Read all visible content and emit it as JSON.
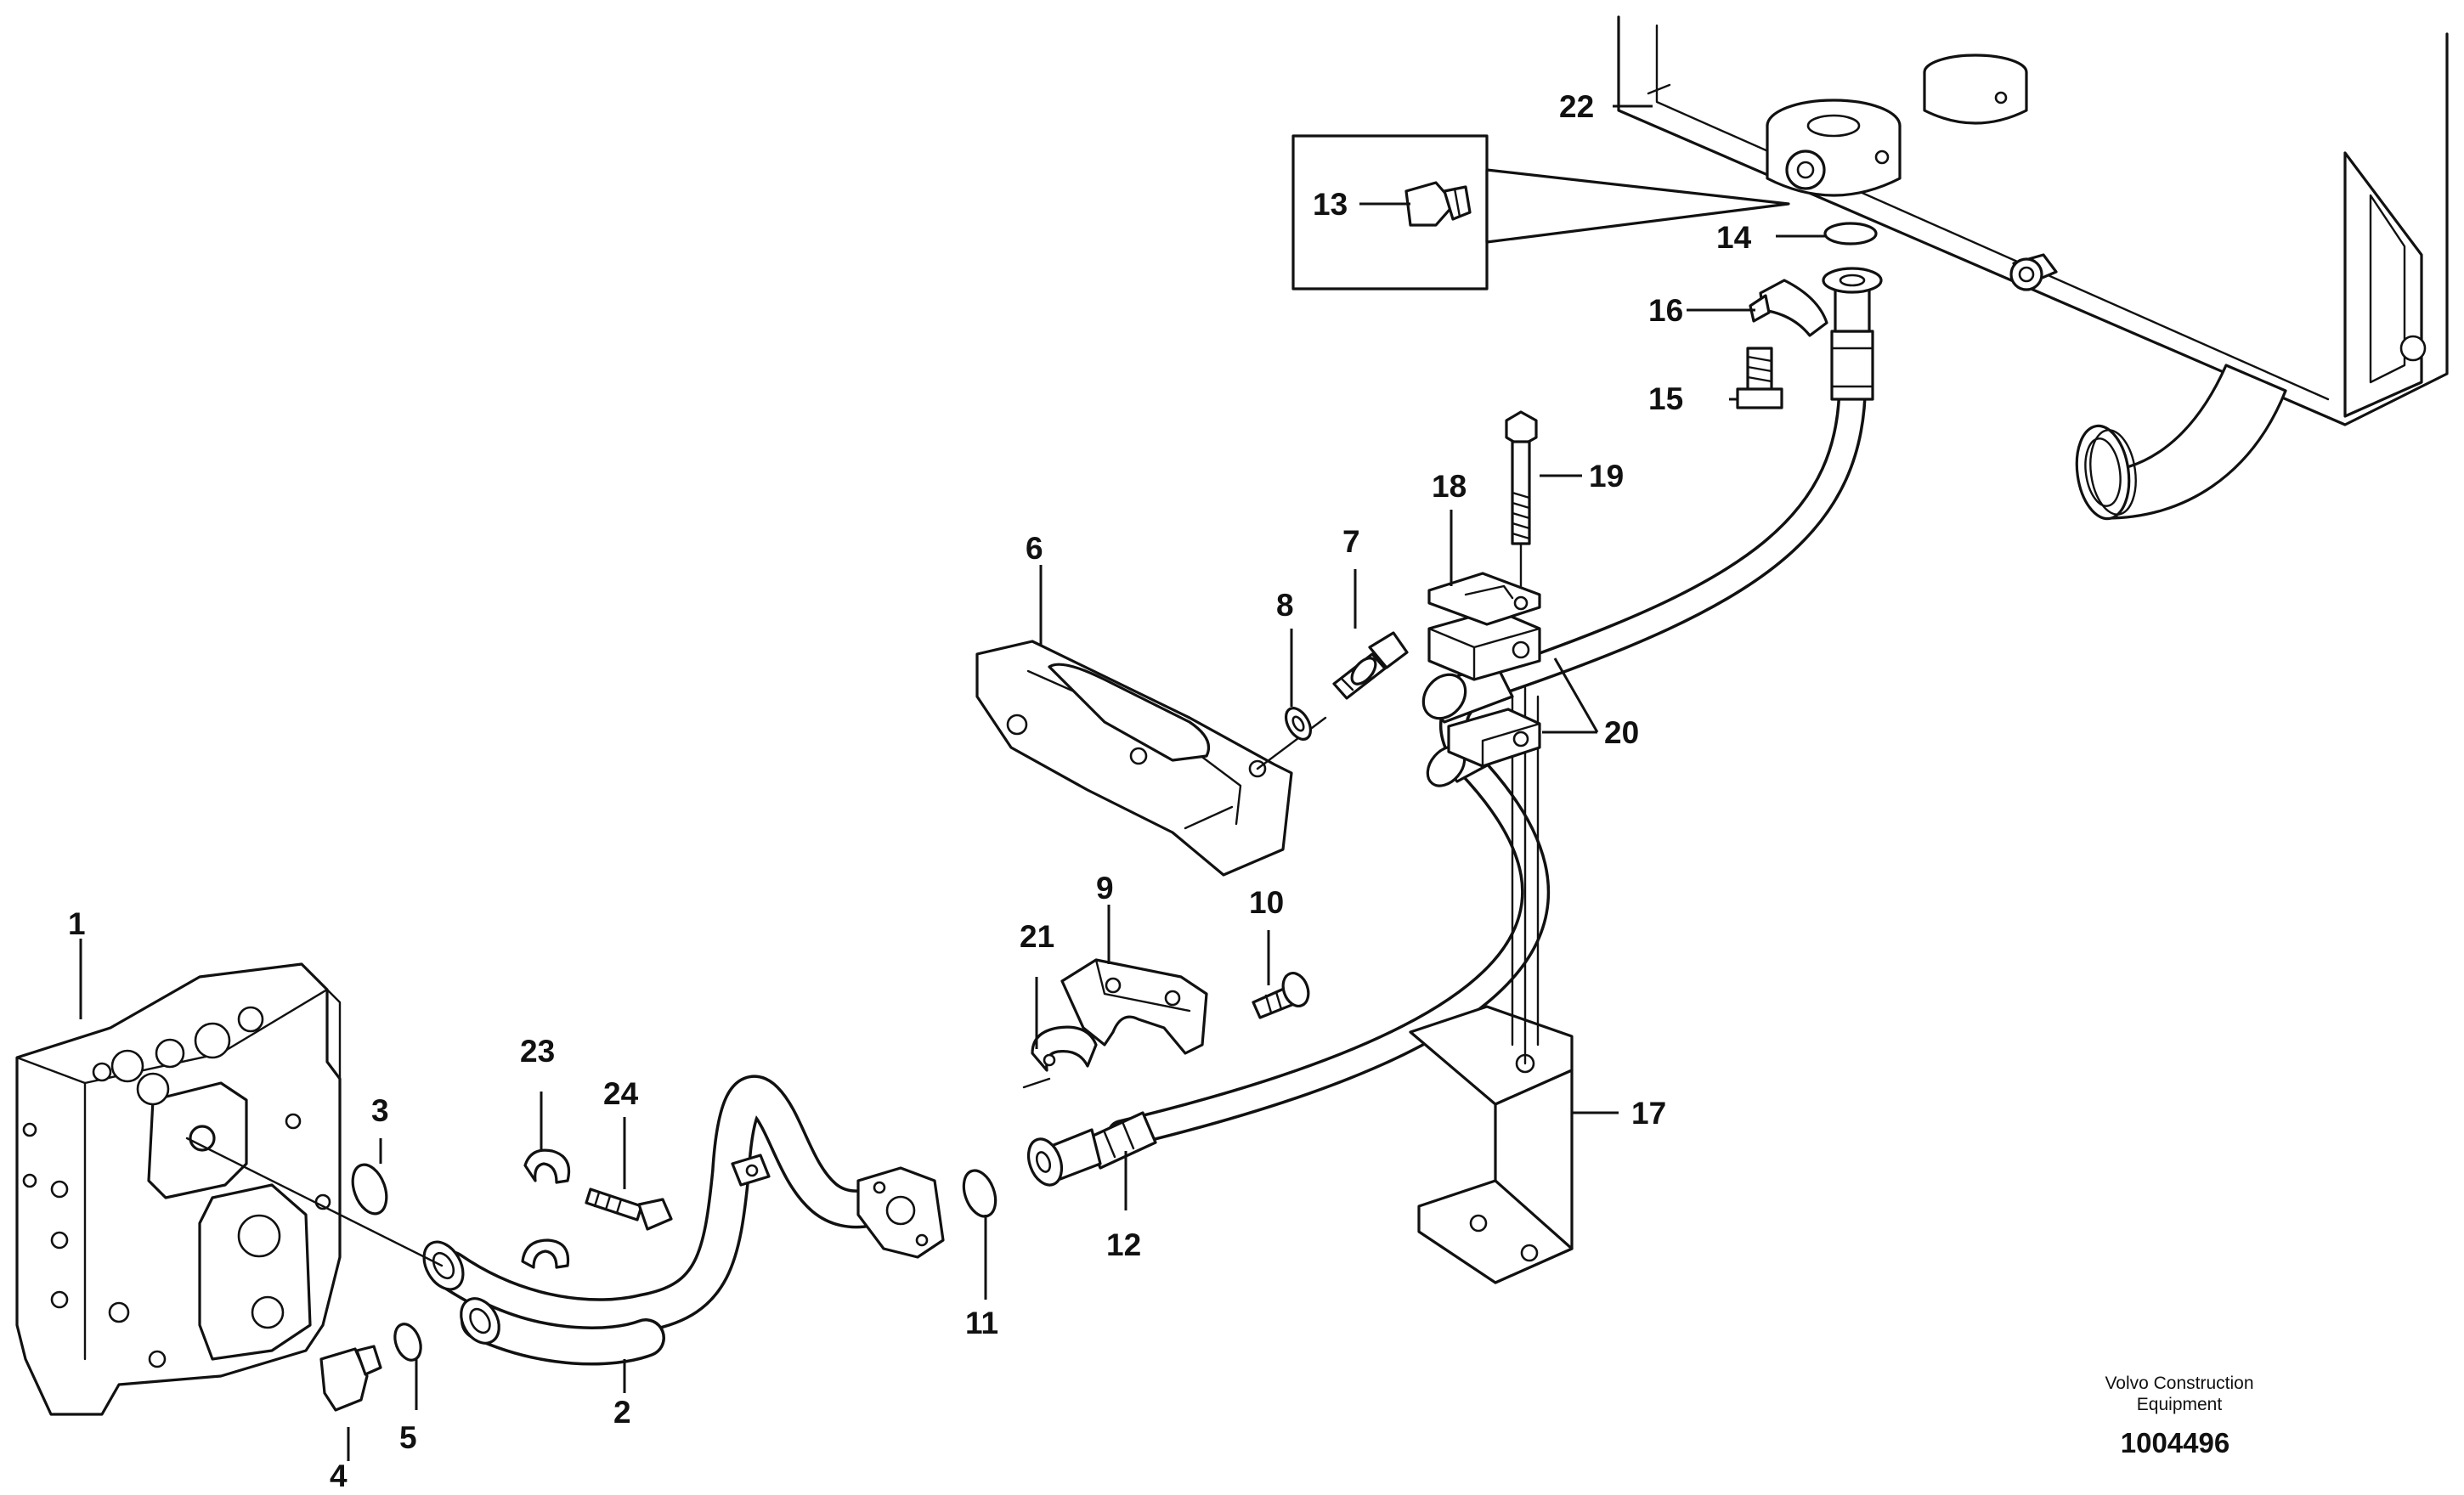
{
  "diagram": {
    "labels": [
      {
        "id": "1",
        "text": "1"
      },
      {
        "id": "2",
        "text": "2"
      },
      {
        "id": "3",
        "text": "3"
      },
      {
        "id": "4",
        "text": "4"
      },
      {
        "id": "5",
        "text": "5"
      },
      {
        "id": "6",
        "text": "6"
      },
      {
        "id": "7",
        "text": "7"
      },
      {
        "id": "8",
        "text": "8"
      },
      {
        "id": "9",
        "text": "9"
      },
      {
        "id": "10",
        "text": "10"
      },
      {
        "id": "11",
        "text": "11"
      },
      {
        "id": "12",
        "text": "12"
      },
      {
        "id": "13",
        "text": "13"
      },
      {
        "id": "14",
        "text": "14"
      },
      {
        "id": "15",
        "text": "15"
      },
      {
        "id": "16",
        "text": "16"
      },
      {
        "id": "17",
        "text": "17"
      },
      {
        "id": "18",
        "text": "18"
      },
      {
        "id": "19",
        "text": "19"
      },
      {
        "id": "20",
        "text": "20"
      },
      {
        "id": "21",
        "text": "21"
      },
      {
        "id": "22",
        "text": "22"
      },
      {
        "id": "23",
        "text": "23"
      },
      {
        "id": "24",
        "text": "24"
      }
    ]
  },
  "footer": {
    "brand_line1": "Volvo Construction",
    "brand_line2": "Equipment",
    "doc_number": "1004496"
  }
}
